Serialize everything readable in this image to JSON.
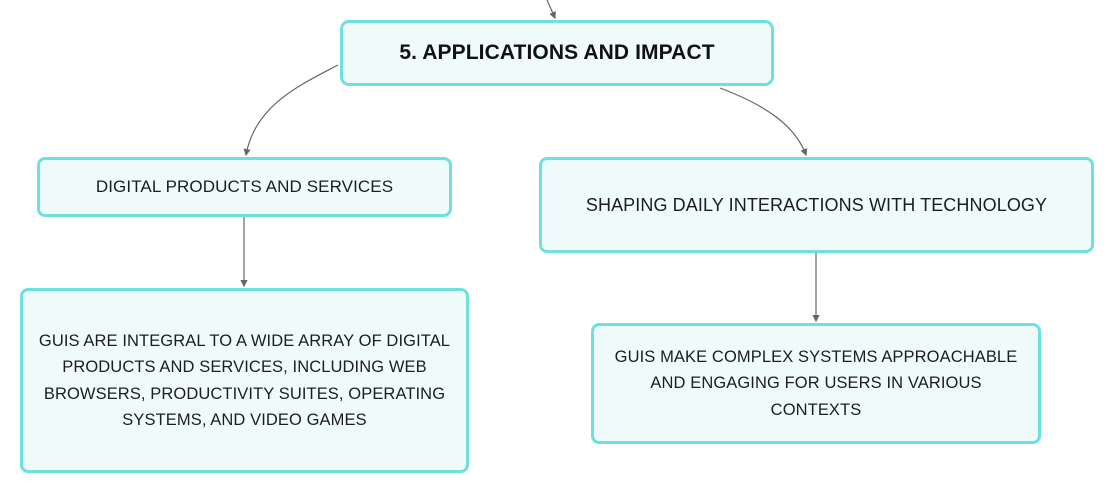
{
  "mindmap": {
    "root": {
      "label": "5. APPLICATIONS AND IMPACT"
    },
    "branches": [
      {
        "label": "DIGITAL PRODUCTS AND SERVICES",
        "detail": "GUIS ARE INTEGRAL TO A WIDE ARRAY OF DIGITAL PRODUCTS AND SERVICES, INCLUDING WEB BROWSERS, PRODUCTIVITY SUITES, OPERATING SYSTEMS, AND VIDEO GAMES"
      },
      {
        "label": "SHAPING DAILY INTERACTIONS WITH TECHNOLOGY",
        "detail": "GUIS MAKE COMPLEX SYSTEMS APPROACHABLE AND ENGAGING FOR USERS IN VARIOUS CONTEXTS"
      }
    ]
  },
  "colors": {
    "node_fill": "#effbfb",
    "node_border": "#6fe0dd",
    "connector": "#666666",
    "text": "#1d1d1d"
  }
}
